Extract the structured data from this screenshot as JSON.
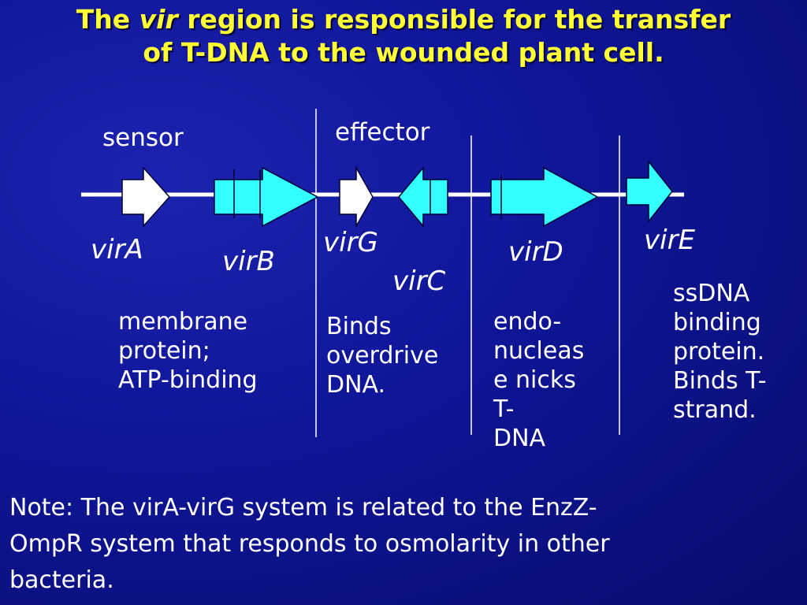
{
  "title": {
    "part1": "The ",
    "emph": "vir",
    "part2": " region is responsible for the transfer",
    "line2": "of T-DNA to the wounded plant cell."
  },
  "labels": {
    "sensor": "sensor",
    "effector": "effector"
  },
  "genes": {
    "virA": "virA",
    "virB": "virB",
    "virG": "virG",
    "virC": "virC",
    "virD": "virD",
    "virE": "virE"
  },
  "descriptions": {
    "virB": [
      "membrane",
      "protein;",
      "ATP-binding"
    ],
    "virG": [
      "Binds",
      "overdrive",
      "DNA."
    ],
    "virD": [
      "endo-",
      "nucleas",
      "e nicks",
      "T-",
      "DNA"
    ],
    "virE": [
      "ssDNA",
      "binding",
      "protein.",
      "Binds T-",
      "strand."
    ]
  },
  "note": {
    "line1": "Note: The virA-virG system is related to the EnzZ-",
    "line2": "OmpR system that responds to osmolarity in other",
    "line3": "bacteria."
  },
  "colors": {
    "background": "#0f1596",
    "title": "#ffff33",
    "text": "#ffffff",
    "gene_fill_cyan": "#33ffff",
    "gene_fill_white": "#ffffff"
  }
}
